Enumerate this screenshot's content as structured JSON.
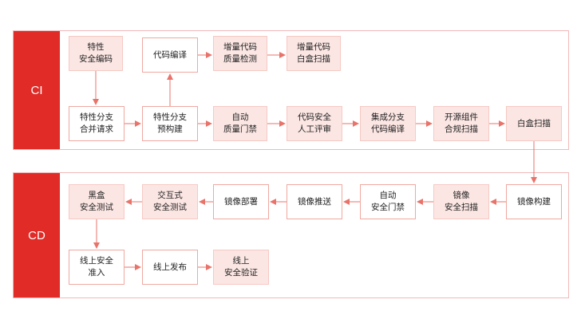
{
  "ci": {
    "label": "CI",
    "nodes": {
      "secure_coding": "特性\n安全编码",
      "code_writing": "代码编译",
      "incremental_quality": "增量代码\n质量检测",
      "incremental_whitebox": "增量代码\n白盒扫描",
      "merge_request": "特性分支\n合并请求",
      "prebuild": "特性分支\n预构建",
      "auto_quality_gate": "自动\n质量门禁",
      "manual_review": "代码安全\n人工评审",
      "integration_compile": "集成分支\n代码编译",
      "oss_compliance": "开源组件\n合规扫描",
      "whitebox_scan": "白盒扫描"
    }
  },
  "cd": {
    "label": "CD",
    "nodes": {
      "image_build": "镜像构建",
      "image_scan": "镜像\n安全扫描",
      "auto_security_gate": "自动\n安全门禁",
      "image_push": "镜像推送",
      "image_deploy": "镜像部署",
      "interactive_test": "交互式\n安全测试",
      "blackbox_test": "黑盒\n安全测试",
      "online_admission": "线上安全\n准入",
      "online_release": "线上发布",
      "online_verification": "线上\n安全验证"
    }
  }
}
